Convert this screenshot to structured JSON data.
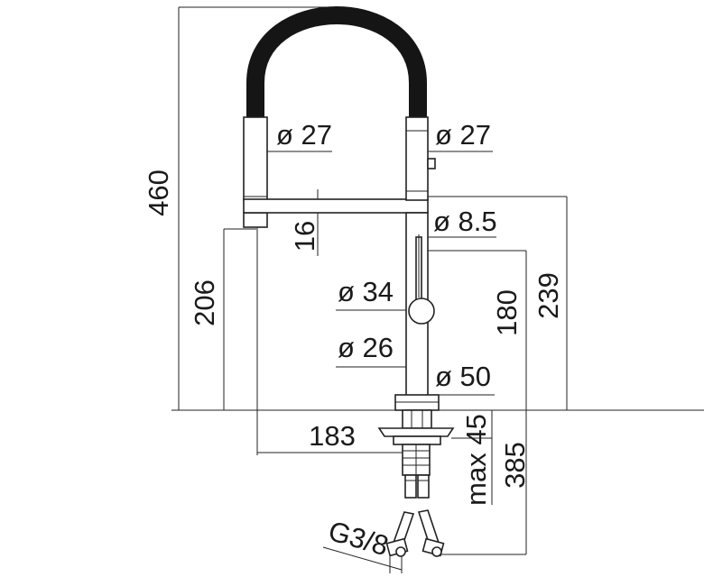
{
  "drawing": {
    "dimensions": {
      "total_height": "460",
      "left_hose_diameter": "ø 27",
      "right_hose_diameter": "ø 27",
      "arm_thickness": "16",
      "spout_pipe_diameter": "ø 8.5",
      "left_height": "206",
      "knob_diameter": "ø 34",
      "body_height": "180",
      "top_height": "239",
      "stem_diameter": "ø 26",
      "base_diameter": "ø 50",
      "reach": "183",
      "max_thickness": "max 45",
      "connection_length": "385",
      "thread": "G3/8"
    }
  }
}
